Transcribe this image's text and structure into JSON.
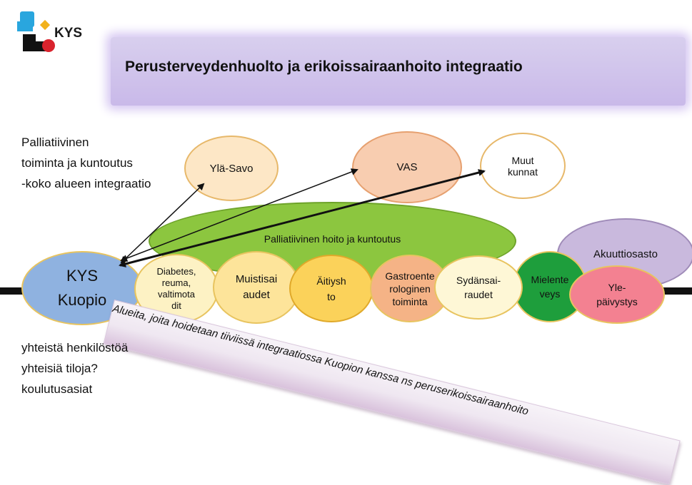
{
  "logo": {
    "text": "KYS"
  },
  "title": "Perusterveydenhuolto ja erikoissairaanhoito integraatio",
  "left_top_text": [
    "Palliatiivinen",
    "toiminta ja kuntoutus",
    "-koko alueen integraatio"
  ],
  "left_bottom_text": [
    "yhteistä henkilöstöä",
    "yhteisiä tiloja?",
    "koulutusasiat"
  ],
  "nodes": {
    "yla_savo": "Ylä-Savo",
    "vas": "VAS",
    "muut_kunnat": [
      "Muut",
      "kunnat"
    ],
    "palliatiivinen": "Palliatiivinen hoito ja kuntoutus",
    "akuuttiosasto": "Akuuttiosasto",
    "kys_kuopio": [
      "KYS",
      "Kuopio"
    ],
    "diabetes": [
      "Diabetes,",
      "reuma,",
      "valtimota",
      "dit"
    ],
    "muistisairaudet": [
      "Muistisai",
      "audet"
    ],
    "aitiyshuolto": [
      "Äitiysh",
      "to"
    ],
    "gastro": [
      "Gastroente",
      "rologinen",
      "toiminta"
    ],
    "sydan": [
      "Sydänsai-",
      "raudet"
    ],
    "mielenterveys": [
      "Mielente",
      "veys"
    ],
    "ylepaivystys": [
      "Yle-",
      "päivystys"
    ]
  },
  "banner_text": "Alueita, joita hoidetaan tiiviissä integraatiossa Kuopion kanssa ns peruserikoissairaanhoito",
  "colors": {
    "title_bg": "#cdbde9",
    "yla_savo": "#fde7c6",
    "vas": "#f8cdb0",
    "palliatiivinen": "#8cc63f",
    "akuuttiosasto": "#c9b9dd",
    "kys_kuopio": "#8fb2e0",
    "diabetes": "#fdf2c4",
    "muistisairaudet": "#fde49a",
    "aitiyshuolto": "#fbd25a",
    "gastro": "#f5b386",
    "sydan": "#fef7d6",
    "mielenterveys": "#1e9e3c",
    "ylepaivystys": "#f38191"
  }
}
